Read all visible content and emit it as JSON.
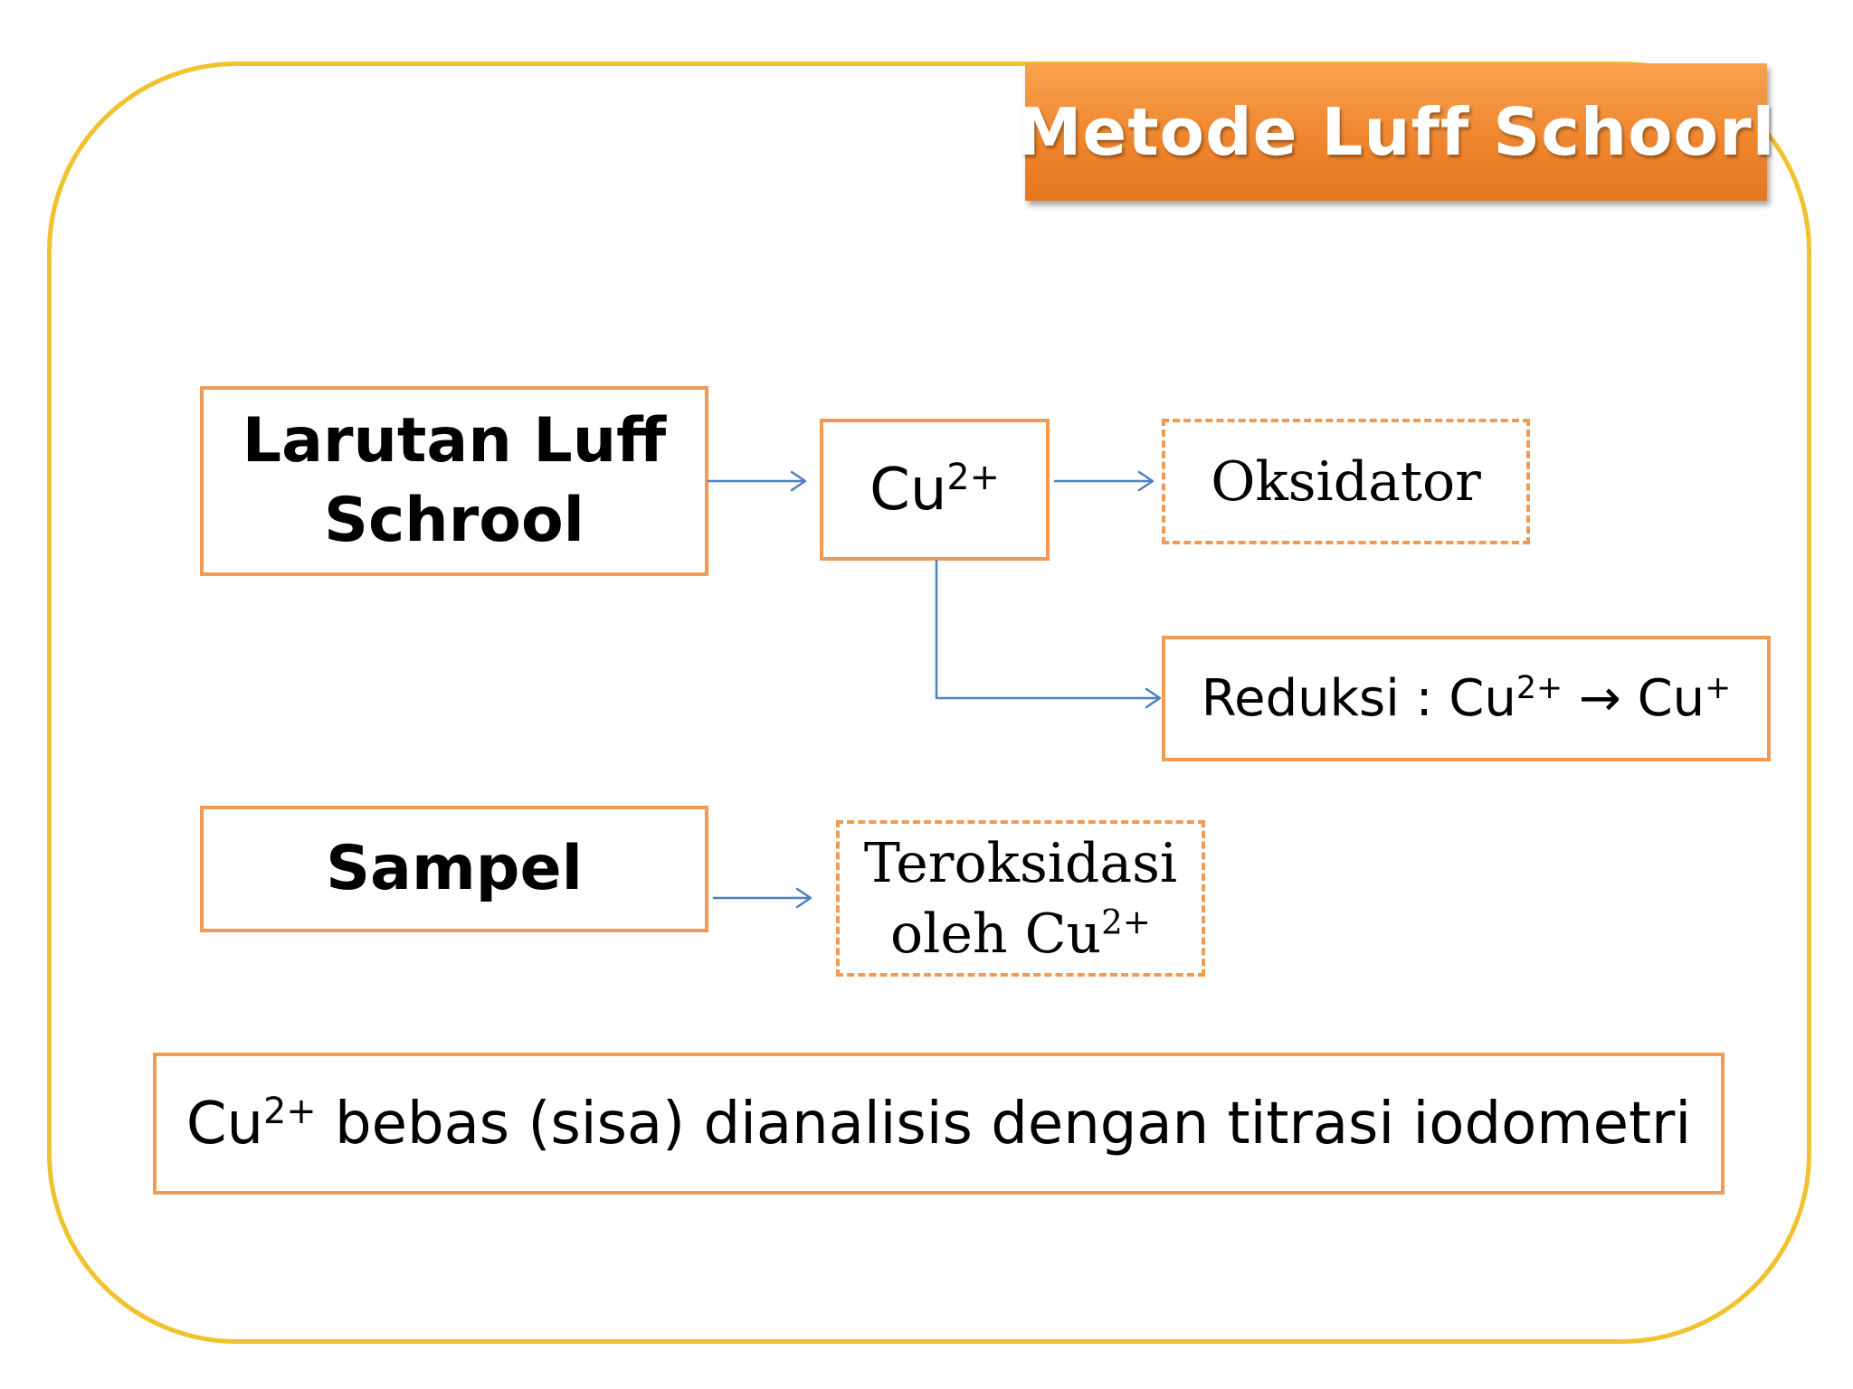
{
  "title": "Metode Luff Schoorl",
  "nodes": {
    "luff_solution": {
      "line1": "Larutan Luff",
      "line2": "Schrool"
    },
    "cu_ion": {
      "base": "Cu",
      "sup": "2+"
    },
    "oxidizer": {
      "label": "Oksidator"
    },
    "reduction": {
      "prefix": "Reduksi  : Cu",
      "sup1": "2+",
      "arrow": " → Cu",
      "sup2": "+"
    },
    "sample": {
      "label": "Sampel"
    },
    "oxidized": {
      "line1": "Teroksidasi",
      "line2_base": "oleh Cu",
      "line2_sup": "2+"
    },
    "conclusion": {
      "base": "Cu",
      "sup": "2+",
      "rest": " bebas (sisa) dianalisis dengan titrasi iodometri"
    }
  },
  "colors": {
    "frame_border": "#f2c12e",
    "box_border": "#ef9a55",
    "banner": "#ee842c",
    "connector": "#4f7fbf"
  }
}
